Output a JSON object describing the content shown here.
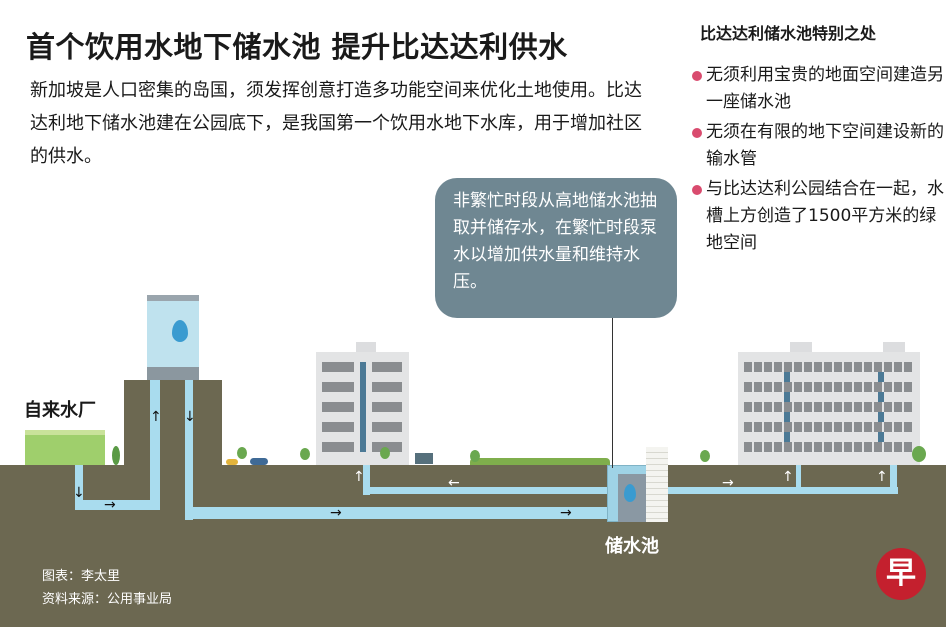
{
  "header": {
    "title": "首个饮用水地下储水池  提升比达达利供水",
    "intro": "新加坡是人口密集的岛国，须发挥创意打造多功能空间来优化土地使用。比达达利地下储水池建在公园底下，是我国第一个饮用水地下水库，用于增加社区的供水。"
  },
  "sidebar": {
    "heading": "比达达利储水池特别之处",
    "bullets": [
      "无须利用宝贵的地面空间建造另一座储水池",
      "无须在有限的地下空间建设新的输水管",
      "与比达达利公园结合在一起，水槽上方创造了1500平方米的绿地空间"
    ]
  },
  "callout": {
    "text": "非繁忙时段从高地储水池抽取并储存水，在繁忙时段泵水以增加供水量和维持水压。"
  },
  "diagram": {
    "plant_label": "自来水厂",
    "reservoir_label": "储水池",
    "arrow_right": "→",
    "arrow_left": "←",
    "arrow_up": "↑",
    "arrow_down": "↓",
    "water_drop_icon": "water-drop-icon"
  },
  "credits": {
    "graphic": "图表：李太里",
    "source": "资料来源：公用事业局"
  },
  "logo": {
    "text": "早",
    "color": "#c4202e"
  },
  "colors": {
    "ground": "#6c6851",
    "pipe": "#a9dcee",
    "callout": "#6f8792",
    "bullet": "#d94b6e"
  }
}
